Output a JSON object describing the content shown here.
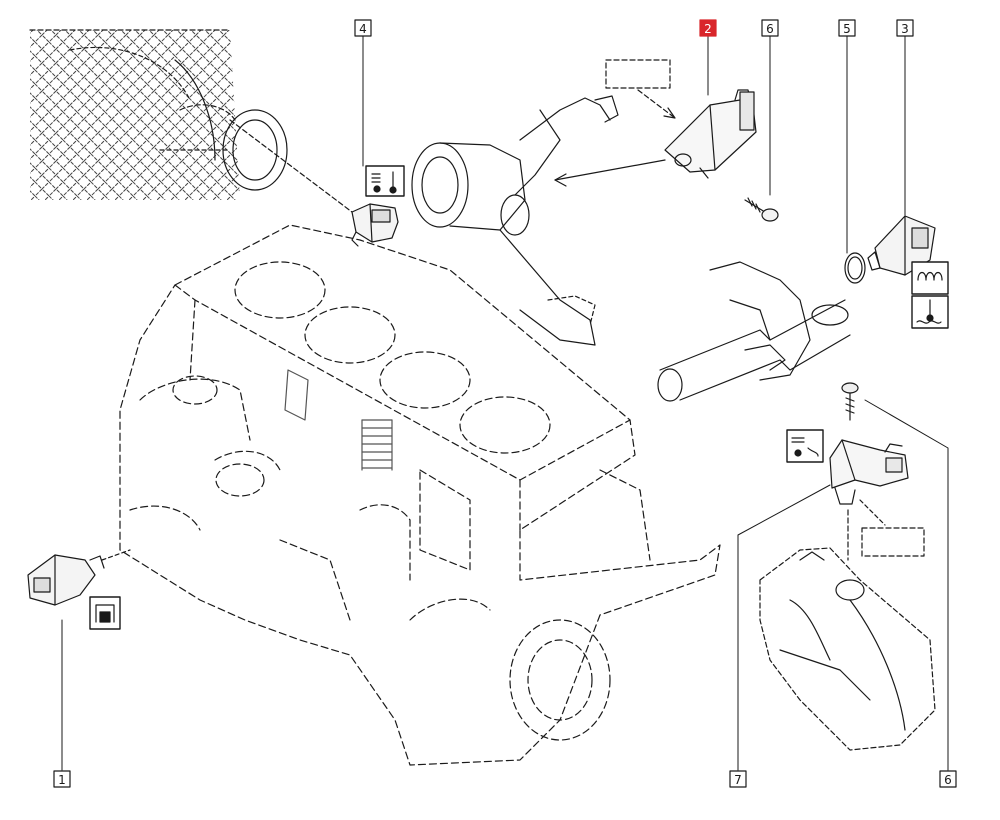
{
  "diagram": {
    "callouts": [
      {
        "id": "c1",
        "label": "1",
        "highlighted": false
      },
      {
        "id": "c2",
        "label": "2",
        "highlighted": true
      },
      {
        "id": "c3",
        "label": "3",
        "highlighted": false
      },
      {
        "id": "c4",
        "label": "4",
        "highlighted": false
      },
      {
        "id": "c5",
        "label": "5",
        "highlighted": false
      },
      {
        "id": "c6a",
        "label": "6",
        "highlighted": false
      },
      {
        "id": "c6b",
        "label": "6",
        "highlighted": false
      },
      {
        "id": "c7",
        "label": "7",
        "highlighted": false
      }
    ],
    "colors": {
      "line": "#1a1a1a",
      "highlight": "#d9262b",
      "hatch": "#555555"
    },
    "icons": [
      "coolant-temperature-icon",
      "oil-pressure-icon",
      "engine-oil-temperature-icon",
      "knock-sensor-icon",
      "temperature-sensor-icon"
    ]
  }
}
